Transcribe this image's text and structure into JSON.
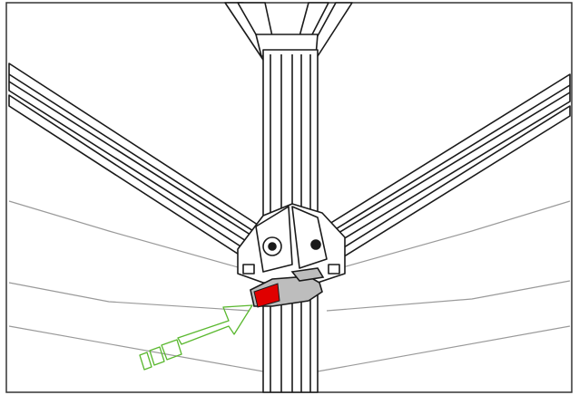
{
  "figure": {
    "subject": "canopy-frame-corner-release",
    "colors": {
      "line": "#1a1a1a",
      "line_light": "#9a9a9a",
      "metal_fill": "#ffffff",
      "latch_fill": "#bdbdbd",
      "release_button": "#e00000",
      "arrow": "#5ab82f",
      "border": "#333333"
    },
    "icons": [
      "release-button",
      "pointer-arrow"
    ]
  }
}
